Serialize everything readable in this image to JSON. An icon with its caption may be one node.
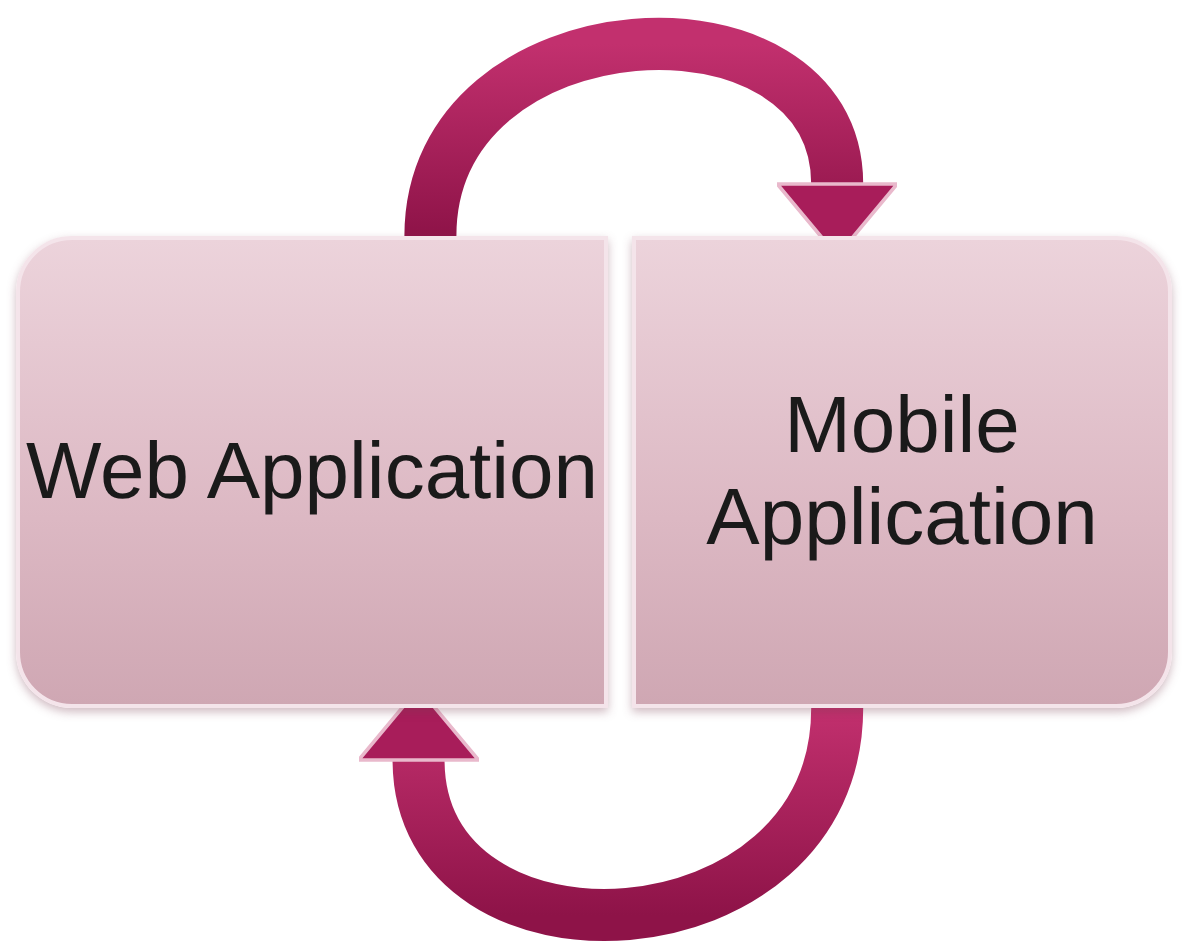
{
  "diagram": {
    "nodes": [
      {
        "text": [
          "Web Application"
        ]
      },
      {
        "text": [
          "Mobile Application"
        ]
      }
    ],
    "edges": [
      {
        "from": 0,
        "to": 1,
        "arrow": "to"
      },
      {
        "from": 1,
        "to": 0,
        "arrow": "to"
      }
    ]
  }
}
